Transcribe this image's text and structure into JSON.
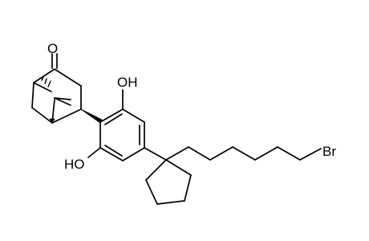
{
  "molecule": {
    "labels": {
      "ketone_oxygen": "O",
      "top_hydroxyl": "OH",
      "bottom_hydroxyl": "HO",
      "bromine": "Br"
    }
  },
  "colors": {
    "ink": "#000000",
    "background": "#ffffff"
  }
}
